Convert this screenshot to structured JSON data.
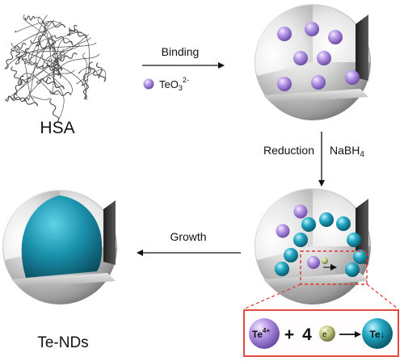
{
  "protein_label": "HSA",
  "steps": {
    "binding": "Binding",
    "reduction": "Reduction",
    "growth": "Growth"
  },
  "ion": {
    "base": "TeO",
    "subscript": "3",
    "superscript": "2-"
  },
  "reagent": {
    "base": "NaBH",
    "subscript": "4"
  },
  "product_label": "Te-NDs",
  "reaction": {
    "reactant": "Te",
    "reactant_charge": "4+",
    "plus": "+",
    "coefficient": "4",
    "electron": "e",
    "electron_charge": "-",
    "product": "Te",
    "product_mark": "↓"
  },
  "colors": {
    "te_ion": "#a98bd9",
    "te_nanodot": "#1b9fb8",
    "shell": "#cfcfcf",
    "zoom_box": "#e0362d",
    "electron": "#c9d08a"
  }
}
